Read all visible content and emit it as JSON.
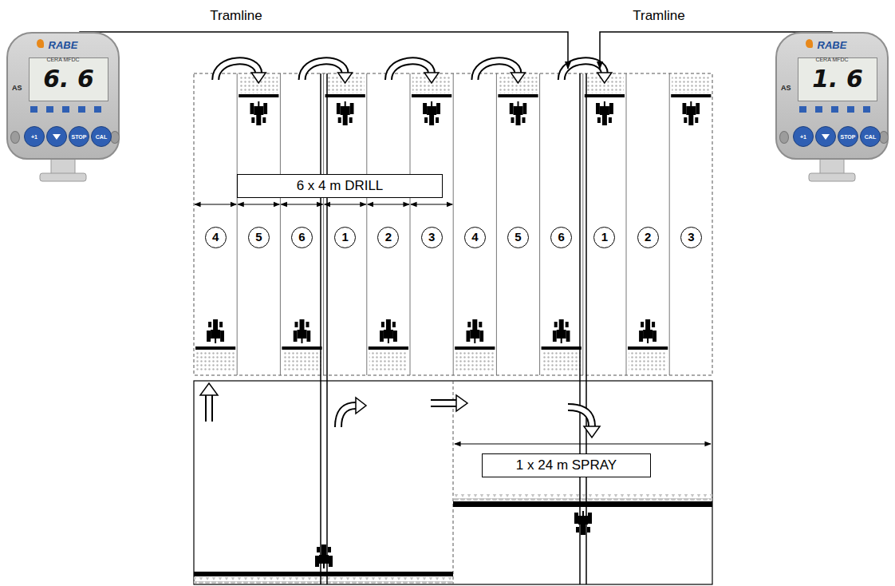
{
  "diagram": {
    "nodes": [
      {
        "text": [
          "RABE",
          "CERA MFDC",
          "AS",
          "6. 6",
          "+1",
          "STOP",
          "CAL"
        ]
      },
      {
        "text": [
          "RABE",
          "CERA MFDC",
          "AS",
          "1. 6",
          "+1",
          "STOP",
          "CAL"
        ]
      },
      {
        "text": [
          "6 x 4 m DRILL"
        ]
      },
      {
        "text": [
          "4"
        ]
      },
      {
        "text": [
          "5"
        ]
      },
      {
        "text": [
          "6"
        ]
      },
      {
        "text": [
          "1"
        ]
      },
      {
        "text": [
          "2"
        ]
      },
      {
        "text": [
          "3"
        ]
      },
      {
        "text": [
          "4"
        ]
      },
      {
        "text": [
          "5"
        ]
      },
      {
        "text": [
          "6"
        ]
      },
      {
        "text": [
          "1"
        ]
      },
      {
        "text": [
          "2"
        ]
      },
      {
        "text": [
          "3"
        ]
      },
      {
        "text": [
          "1 x 24 m SPRAY"
        ]
      }
    ],
    "labels": [
      "Tramline",
      "Tramline"
    ]
  }
}
